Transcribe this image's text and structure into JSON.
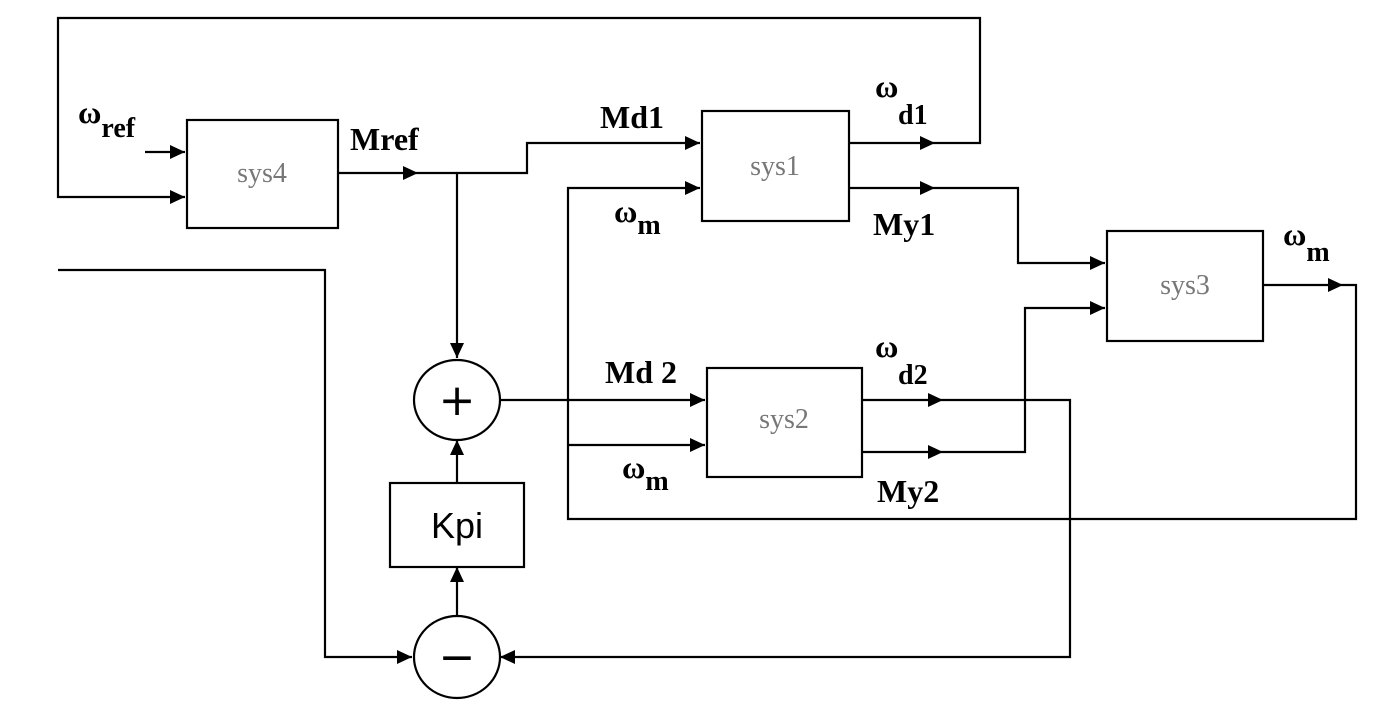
{
  "blocks": {
    "sys4": "sys4",
    "sys1": "sys1",
    "sys2": "sys2",
    "sys3": "sys3",
    "kpi": "Kpi"
  },
  "junctions": {
    "sum_plus": "+",
    "sum_minus": "−"
  },
  "signals": {
    "omega": "ω",
    "w_ref_sub": "ref",
    "w_d1_sub": "d1",
    "w_d2_sub": "d2",
    "w_m_sub": "m",
    "mref": "Mref",
    "md1": "Md1",
    "md2": "Md 2",
    "my1": "My1",
    "my2": "My2"
  }
}
